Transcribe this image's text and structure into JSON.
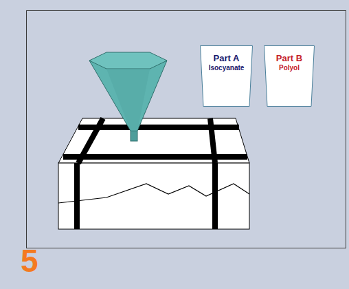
{
  "diagram": {
    "nodes": [
      {
        "text": [
          "Part A",
          "Isocyanate"
        ]
      },
      {
        "text": [
          "Part B",
          "Polyol"
        ]
      }
    ],
    "labels": [
      "5"
    ]
  }
}
